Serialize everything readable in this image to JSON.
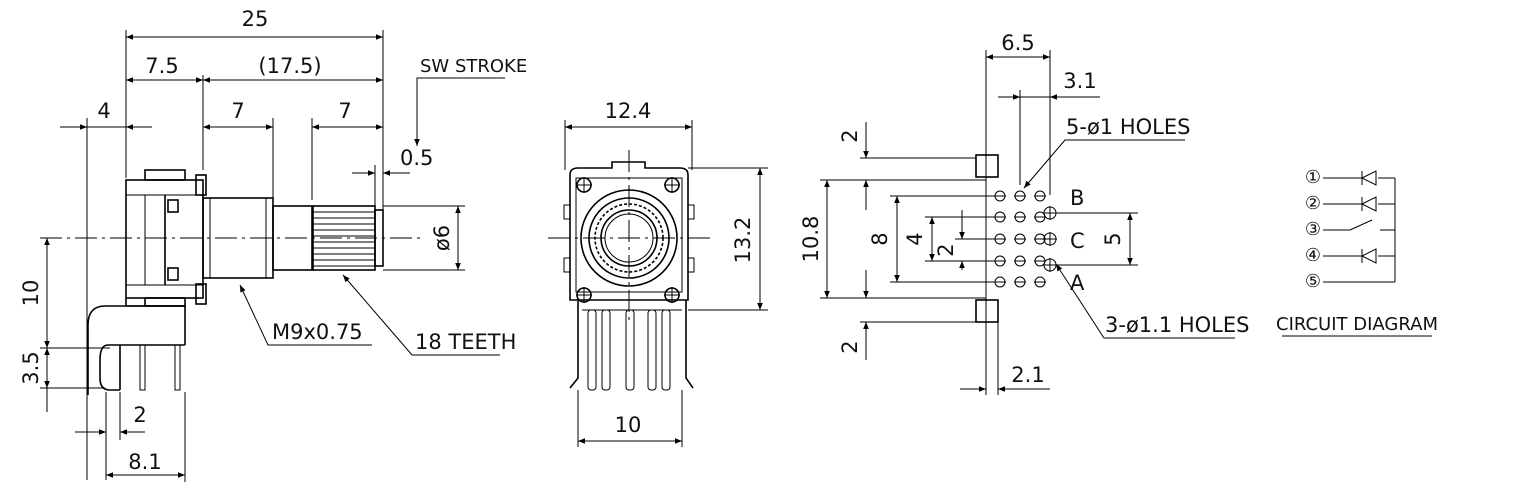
{
  "side_view": {
    "dims": {
      "d25": "25",
      "d7_5": "7.5",
      "d17_5": "(17.5)",
      "d4": "4",
      "d7a": "7",
      "d7b": "7",
      "d0_5": "0.5",
      "d6": "ø6",
      "d10": "10",
      "d3_5": "3.5",
      "d2": "2",
      "d8_1": "8.1"
    },
    "labels": {
      "sw_stroke": "SW STROKE",
      "thread": "M9x0.75",
      "teeth": "18 TEETH"
    }
  },
  "front_view": {
    "dims": {
      "d12_4": "12.4",
      "d13_2": "13.2",
      "d10": "10"
    }
  },
  "pcb_view": {
    "dims": {
      "d6_5": "6.5",
      "d3_1": "3.1",
      "d2_top": "2",
      "d10_8": "10.8",
      "d8": "8",
      "d4": "4",
      "d2_mid": "2",
      "d5": "5",
      "d2_bot": "2",
      "d2_1": "2.1"
    },
    "labels": {
      "holes_5": "5-ø1 HOLES",
      "holes_3": "3-ø1.1 HOLES",
      "pin_b": "B",
      "pin_c": "C",
      "pin_a": "A"
    }
  },
  "circuit": {
    "title": "CIRCUIT DIAGRAM",
    "pins": [
      "①",
      "②",
      "③",
      "④",
      "⑤"
    ]
  }
}
